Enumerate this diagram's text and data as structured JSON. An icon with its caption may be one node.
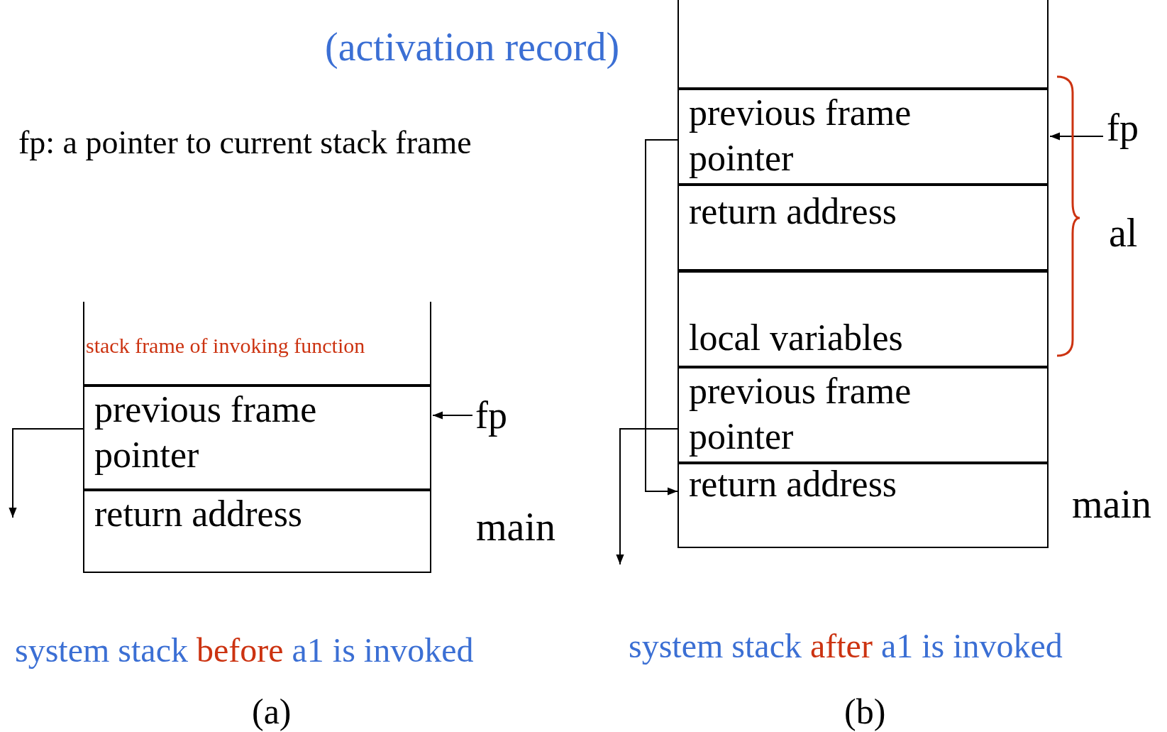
{
  "diagram": {
    "title": "(activation record)",
    "nodes": [
      {
        "text": [
          "stack frame of invoking function"
        ]
      },
      {
        "text": [
          "previous frame pointer"
        ]
      },
      {
        "text": [
          "return address"
        ]
      },
      {
        "text": [],
        "shape": "box"
      },
      {
        "text": [
          "previous frame pointer"
        ]
      },
      {
        "text": [
          "return address"
        ]
      },
      {
        "text": [
          "local variables"
        ]
      },
      {
        "text": [
          "previous frame pointer"
        ]
      },
      {
        "text": [
          "return address"
        ]
      },
      {
        "text": [
          "fp"
        ]
      },
      {
        "text": [
          "fp"
        ]
      }
    ],
    "edges": [
      {
        "from": 9,
        "to": 1,
        "arrow": "to"
      },
      {
        "from": 1,
        "to": null,
        "arrow": "to"
      },
      {
        "from": 10,
        "to": 4,
        "arrow": "to"
      },
      {
        "from": 4,
        "to": 8,
        "arrow": "to"
      },
      {
        "from": 7,
        "to": null,
        "arrow": "to"
      }
    ],
    "labels": [
      "fp: a pointer to current stack frame",
      "al",
      "main",
      "main",
      "system stack **before** a1 is invoked",
      "system stack **after** a1 is invoked",
      "(a)",
      "(b)"
    ]
  }
}
